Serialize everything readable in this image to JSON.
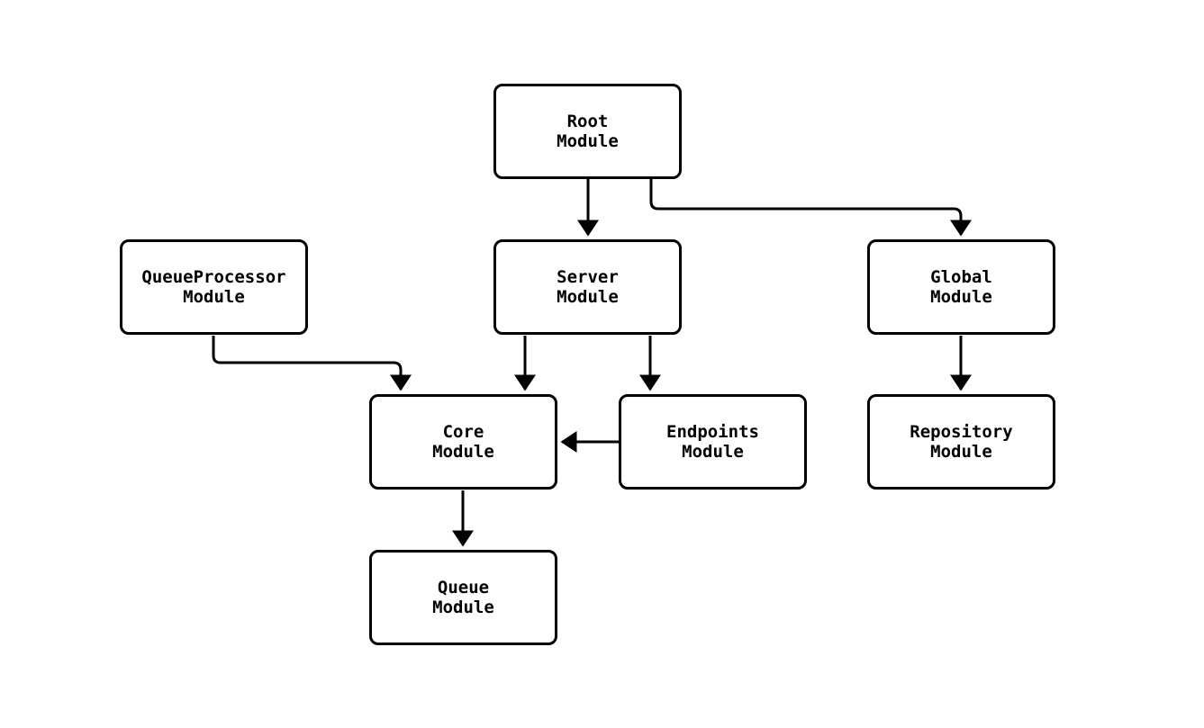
{
  "diagram": {
    "type": "module-dependency-flowchart",
    "background_color": "#ffffff",
    "node_fill_color": "#ffffff",
    "node_border_color": "#000000",
    "edge_color": "#000000",
    "text_color": "#000000",
    "nodes": [
      {
        "id": "root",
        "line1": "Root",
        "line2": "Module"
      },
      {
        "id": "queueprocessor",
        "line1": "QueueProcessor",
        "line2": "Module"
      },
      {
        "id": "server",
        "line1": "Server",
        "line2": "Module"
      },
      {
        "id": "global",
        "line1": "Global",
        "line2": "Module"
      },
      {
        "id": "core",
        "line1": "Core",
        "line2": "Module"
      },
      {
        "id": "endpoints",
        "line1": "Endpoints",
        "line2": "Module"
      },
      {
        "id": "repository",
        "line1": "Repository",
        "line2": "Module"
      },
      {
        "id": "queue",
        "line1": "Queue",
        "line2": "Module"
      }
    ],
    "edges": [
      {
        "from": "Root Module",
        "to": "Server Module"
      },
      {
        "from": "Root Module",
        "to": "Global Module"
      },
      {
        "from": "QueueProcessor Module",
        "to": "Core Module"
      },
      {
        "from": "Server Module",
        "to": "Core Module"
      },
      {
        "from": "Server Module",
        "to": "Endpoints Module"
      },
      {
        "from": "Endpoints Module",
        "to": "Core Module"
      },
      {
        "from": "Global Module",
        "to": "Repository Module"
      },
      {
        "from": "Core Module",
        "to": "Queue Module"
      }
    ]
  }
}
